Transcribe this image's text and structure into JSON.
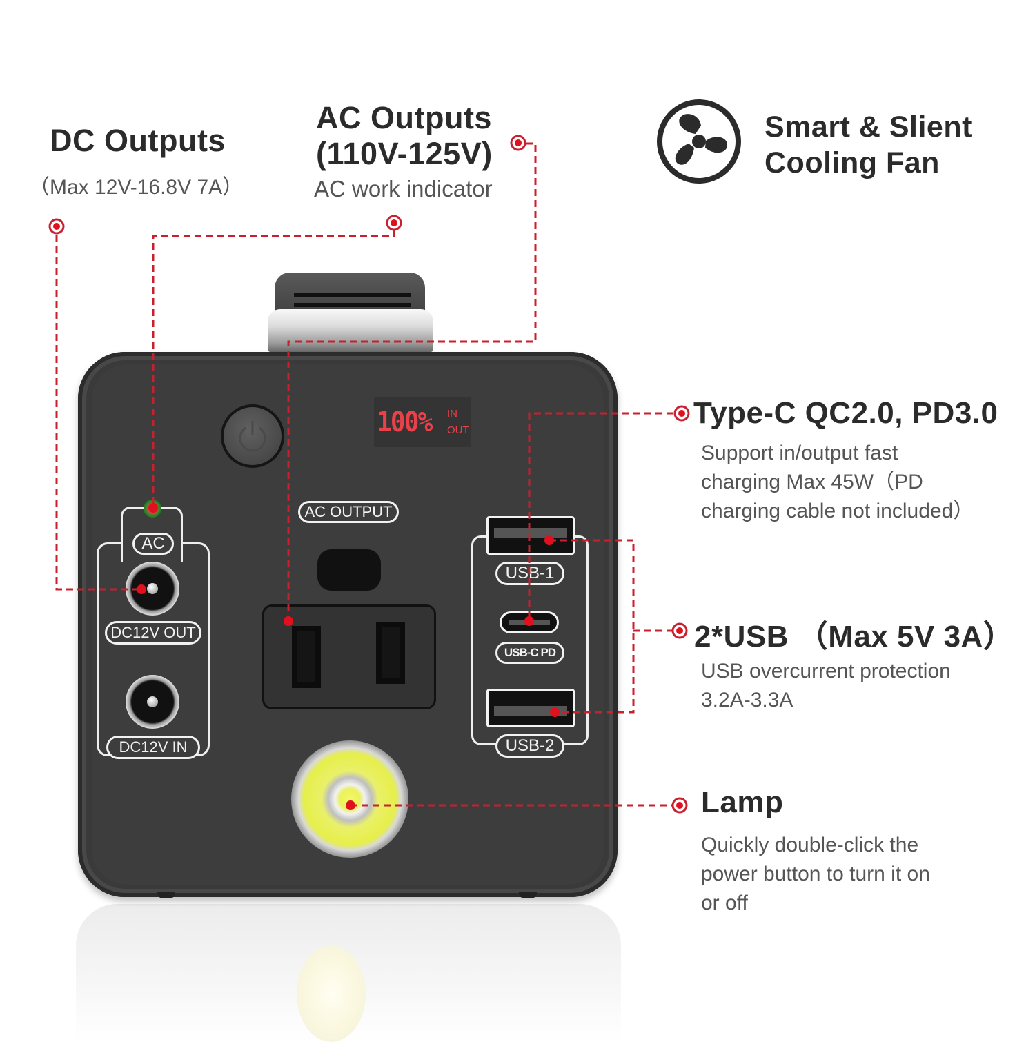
{
  "callouts": {
    "dc_outputs": {
      "title": "DC Outputs",
      "subtitle": "（Max 12V-16.8V  7A）"
    },
    "ac_outputs": {
      "title_line1": "AC Outputs",
      "title_line2": "(110V-125V)",
      "subtitle": "AC work indicator"
    },
    "cooling_fan": {
      "icon": "fan-icon",
      "title_line1": "Smart & Slient",
      "title_line2": "Cooling Fan"
    },
    "type_c": {
      "title": "Type-C QC2.0, PD3.0",
      "desc_line1": "Support in/output fast",
      "desc_line2": "charging Max 45W（PD",
      "desc_line3": "charging cable not included）"
    },
    "usb": {
      "title": "2*USB （Max 5V  3A）",
      "desc_line1": "USB overcurrent protection",
      "desc_line2": "3.2A-3.3A"
    },
    "lamp": {
      "title": "Lamp",
      "desc_line1": "Quickly double-click the",
      "desc_line2": "power button to turn it on",
      "desc_line3": "or off"
    }
  },
  "device": {
    "display": {
      "battery_percent": "100%",
      "in_label": "IN",
      "out_label": "OUT"
    },
    "labels": {
      "ac_output": "AC OUTPUT",
      "ac": "AC",
      "dc_out": "DC12V  OUT",
      "dc_in": "DC12V  IN",
      "usb1": "USB-1",
      "usb_c_pd": "USB-C PD",
      "usb2": "USB-2"
    }
  },
  "colors": {
    "leader_line": "#c8202e",
    "device_body": "#3a3a3a",
    "lcd_text": "#e8414a",
    "title_text": "#2b2b2b",
    "sub_text": "#555555"
  }
}
